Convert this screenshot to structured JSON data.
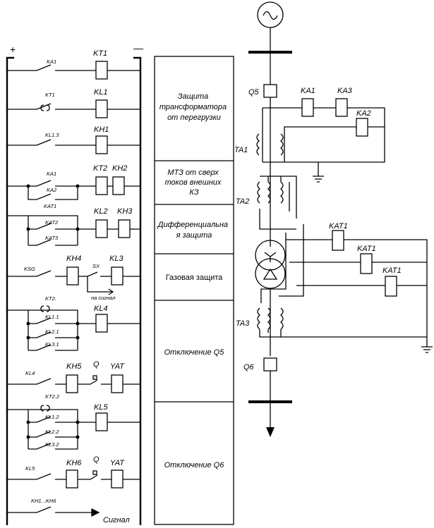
{
  "rails": {
    "plus": "+",
    "minus": "—"
  },
  "rows": [
    {
      "contact": "KA1",
      "coils": [
        "KT1"
      ]
    },
    {
      "contact": "KT1",
      "coils": [
        "KL1"
      ]
    },
    {
      "contact": "KL1.3",
      "coils": [
        "KH1"
      ]
    },
    {
      "contacts": [
        "KA1",
        "KA2"
      ],
      "coils": [
        "KT2",
        "KH2"
      ]
    },
    {
      "contacts": [
        "KAT1",
        "KAT2",
        "KAT3"
      ],
      "coils": [
        "KL2",
        "KH3"
      ]
    },
    {
      "contact": "KSG",
      "coils": [
        "KH4",
        "KL3"
      ],
      "switch": "SX",
      "note": "на сигнал"
    },
    {
      "contacts": [
        "KT2.",
        "KL1.1",
        "KL2.1",
        "KL3.1"
      ],
      "coils": [
        "KL4"
      ]
    },
    {
      "contact": "KL4",
      "coils": [
        "KH5",
        "YAT"
      ],
      "aux": "Q"
    },
    {
      "contacts": [
        "KT2.2",
        "KL1.2",
        "KL2.2",
        "KL3.2"
      ],
      "coils": [
        "KL5"
      ]
    },
    {
      "contact": "KL5",
      "coils": [
        "KH6",
        "YAT"
      ],
      "aux": "Q"
    },
    {
      "contact": "KH1...KH6",
      "output": "Сигнал"
    }
  ],
  "panels": [
    {
      "lines": [
        "Защита",
        "трансформатора",
        "от перегрузки"
      ]
    },
    {
      "lines": [
        "МТЗ от сверх",
        "токов внешних",
        "КЗ"
      ]
    },
    {
      "lines": [
        "Дифференциальна",
        "я защита"
      ]
    },
    {
      "lines": [
        "Газовая защита"
      ]
    },
    {
      "lines": [
        "Отключение Q5"
      ]
    },
    {
      "lines": [
        "Отключение Q6"
      ]
    }
  ],
  "primary": {
    "breakers": [
      "Q5",
      "Q6"
    ],
    "relays": [
      "KA1",
      "KA3",
      "KA2"
    ],
    "cts": [
      "TA1",
      "TA2",
      "TA3"
    ],
    "diff_relays": [
      "KAT1",
      "KAT1",
      "KAT1"
    ]
  }
}
